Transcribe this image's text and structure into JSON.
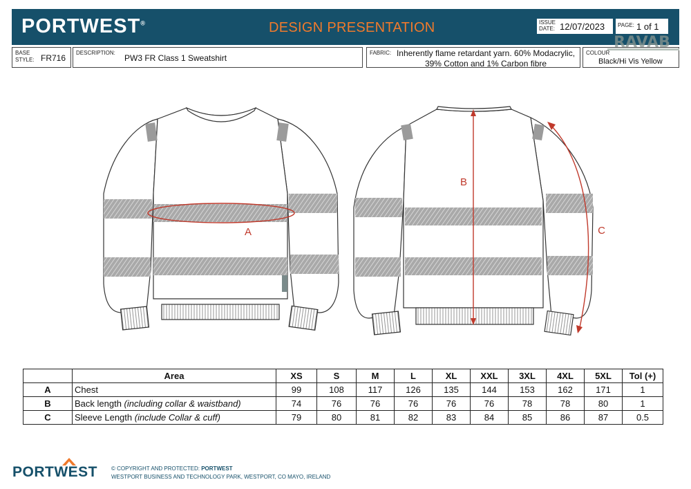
{
  "header": {
    "brand": "PORTWEST",
    "title": "DESIGN PRESENTATION",
    "issue_label_1": "ISSUE",
    "issue_label_2": "DATE:",
    "issue_date": "12/07/2023",
    "page_label": "PAGE:",
    "page_value": "1 of 1",
    "watermark": "RAVAB"
  },
  "info": {
    "base_label_1": "BASE",
    "base_label_2": "STYLE:",
    "base_style": "FR716",
    "description_label": "DESCRIPTION:",
    "description": "PW3 FR Class 1 Sweatshirt",
    "fabric_label": "FABRIC:",
    "fabric": "Inherently flame retardant yarn. 60% Modacrylic, 39% Cotton and 1% Carbon fibre",
    "colour_label": "COLOUR",
    "colour": "Black/Hi Vis Yellow"
  },
  "drawing": {
    "front_label": "A",
    "back_label_b": "B",
    "back_label_c": "C",
    "measure_color": "#c0392b",
    "tape_color": "#b8b8b8"
  },
  "table": {
    "headers": [
      "",
      "Area",
      "XS",
      "S",
      "M",
      "L",
      "XL",
      "XXL",
      "3XL",
      "4XL",
      "5XL",
      "Tol (+)"
    ],
    "rows": [
      {
        "letter": "A",
        "area": "Chest",
        "note": "",
        "values": [
          "99",
          "108",
          "117",
          "126",
          "135",
          "144",
          "153",
          "162",
          "171"
        ],
        "tol": "1"
      },
      {
        "letter": "B",
        "area": "Back length ",
        "note": "(including collar & waistband)",
        "values": [
          "74",
          "76",
          "76",
          "76",
          "76",
          "76",
          "78",
          "78",
          "80"
        ],
        "tol": "1"
      },
      {
        "letter": "C",
        "area": "Sleeve Length ",
        "note": "(include Collar & cuff)",
        "values": [
          "79",
          "80",
          "81",
          "82",
          "83",
          "84",
          "85",
          "86",
          "87"
        ],
        "tol": "0.5"
      }
    ]
  },
  "footer": {
    "brand": "PORTWEST",
    "copyright_prefix": "© COPYRIGHT AND PROTECTED: ",
    "copyright_owner": "PORTWEST",
    "address": "WESTPORT BUSINESS AND TECHNOLOGY PARK, WESTPORT, CO MAYO, IRELAND"
  }
}
